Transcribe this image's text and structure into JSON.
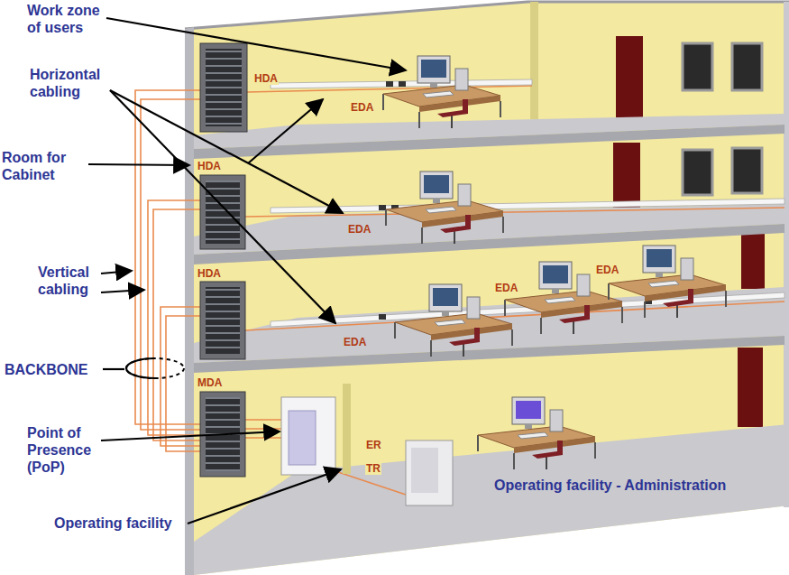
{
  "diagram": {
    "labels": [
      "Work zone of users",
      "HDA",
      "Horizontal cabling",
      "EDA",
      "Room for Cabinet",
      "HDA",
      "EDA",
      "Vertical cabling",
      "HDA",
      "EDA",
      "EDA",
      "EDA",
      "BACKBONE",
      "MDA",
      "Point of Presence (PoP)",
      "ER",
      "TR",
      "Operating facility - Administration",
      "Operating facility"
    ]
  }
}
